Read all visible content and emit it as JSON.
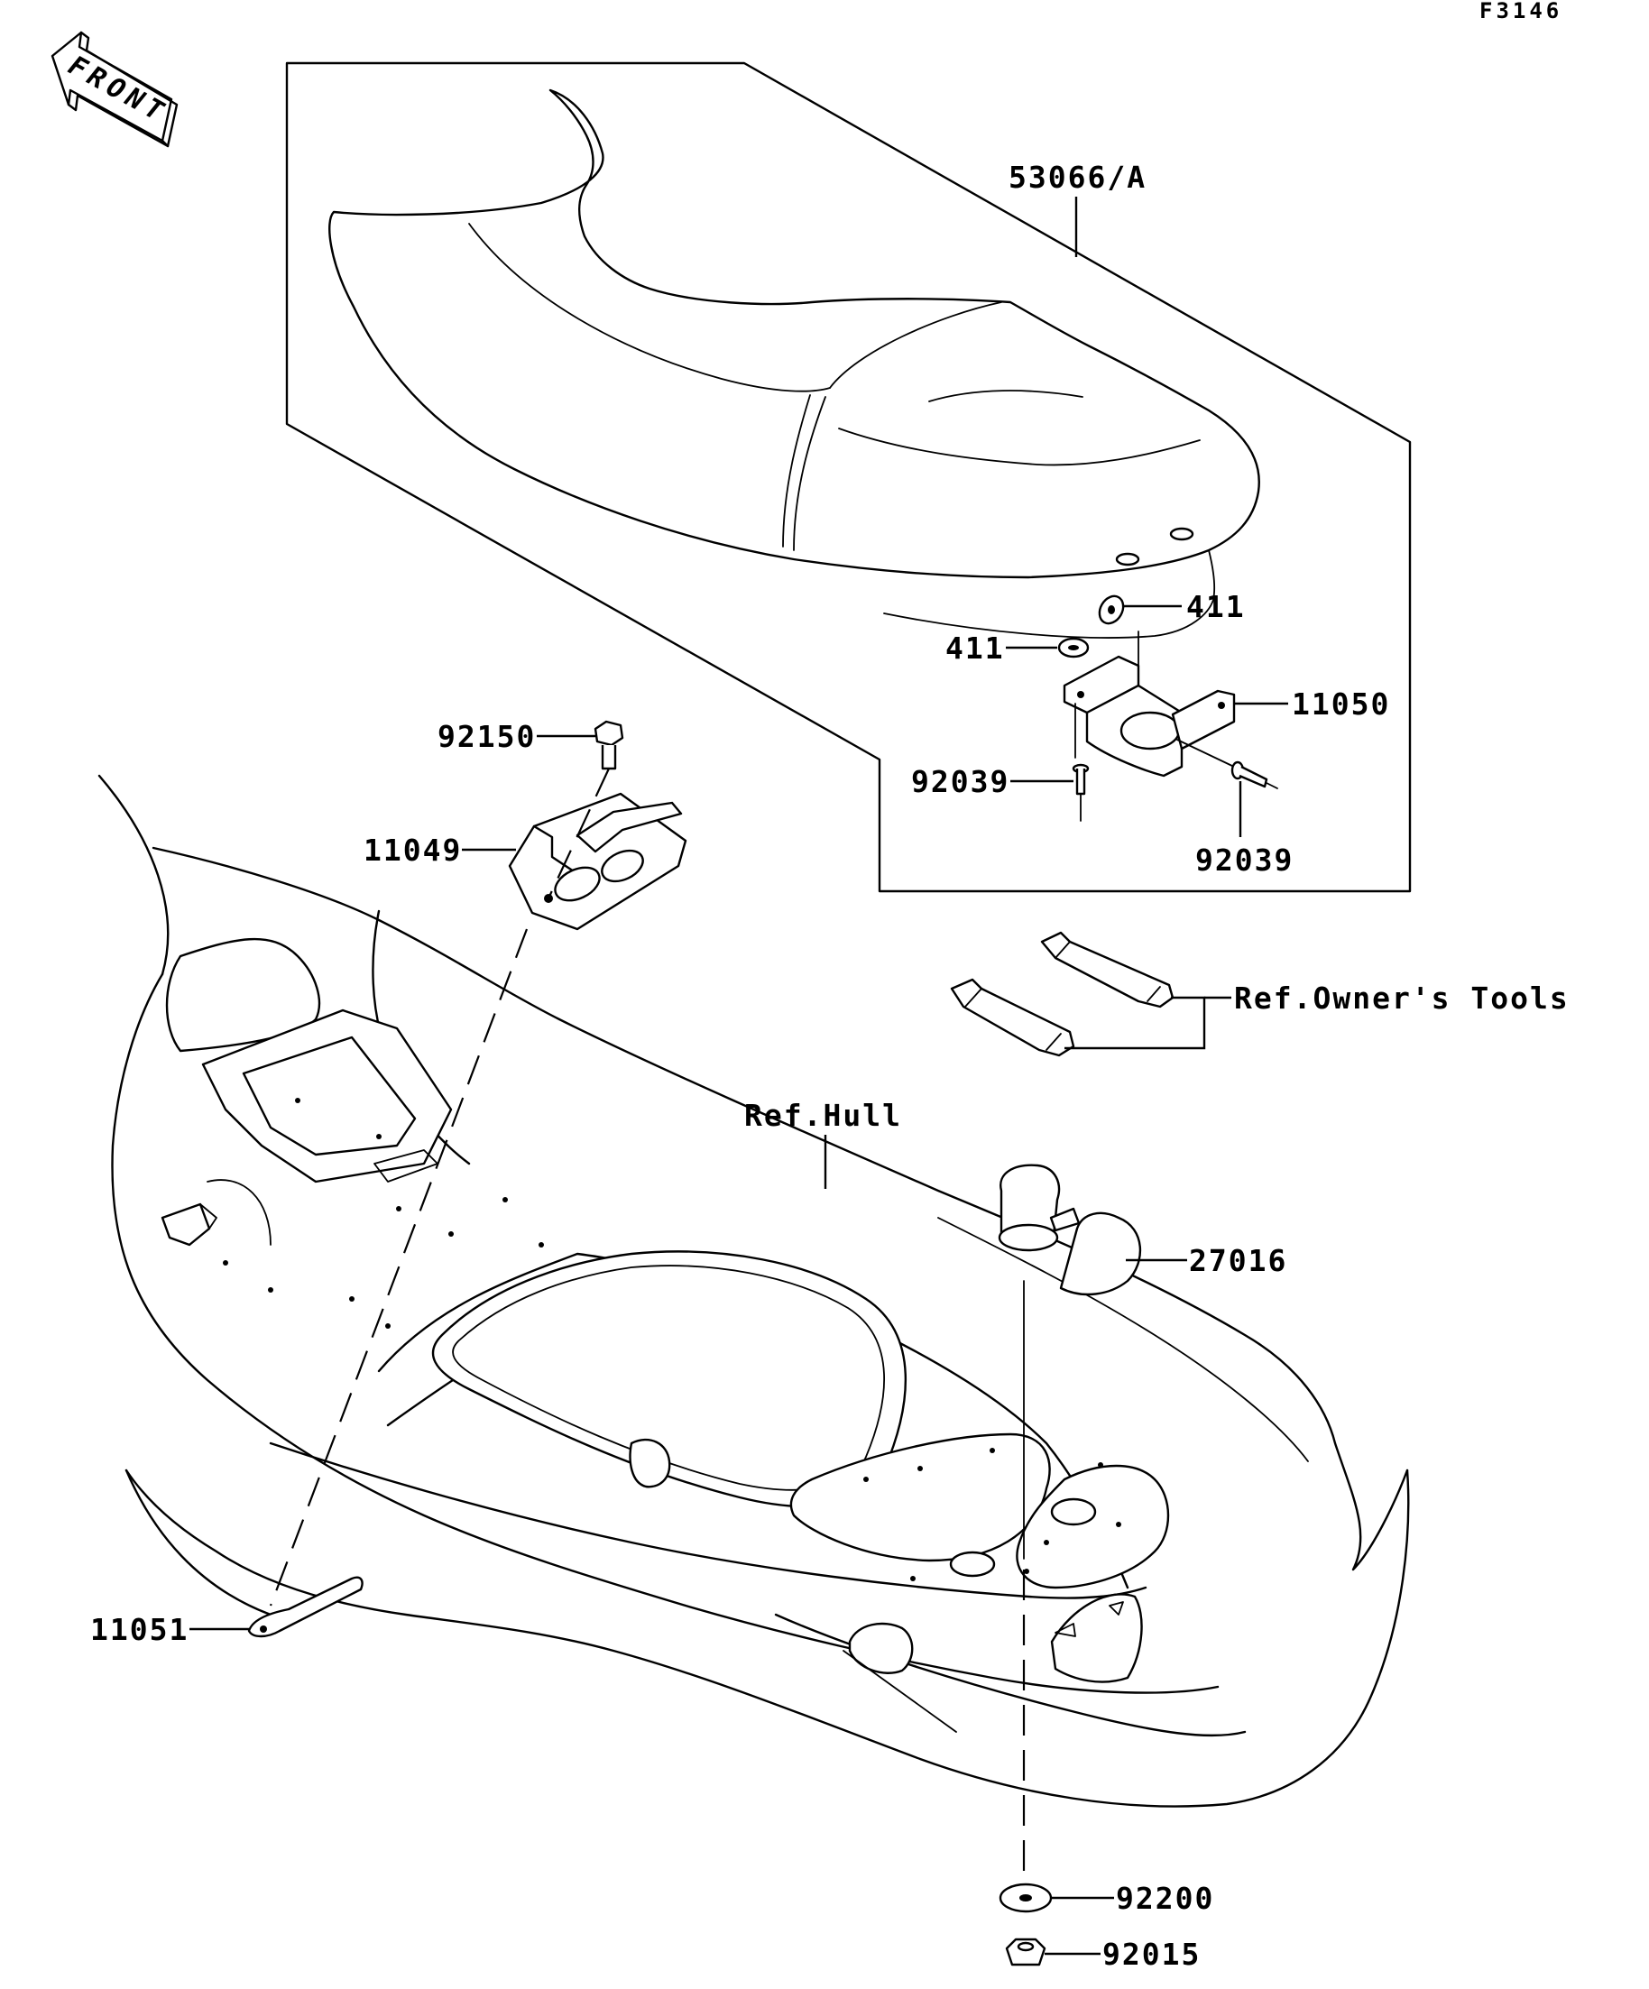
{
  "figure_code": "F3146",
  "front_arrow": {
    "text": "FRONT",
    "icon": "front-direction-arrow-icon"
  },
  "labels": {
    "seat": "53066/A",
    "washer_top": "411",
    "washer_left": "411",
    "latch_bracket": "11050",
    "rivet_left": "92039",
    "rivet_bottom": "92039",
    "bolt": "92150",
    "seat_hook_bracket": "11049",
    "owners_tools_ref": "Ref.Owner's Tools",
    "hull_ref": "Ref.Hull",
    "tail_light": "27016",
    "plate": "11051",
    "grommet": "92200",
    "nut": "92015"
  }
}
